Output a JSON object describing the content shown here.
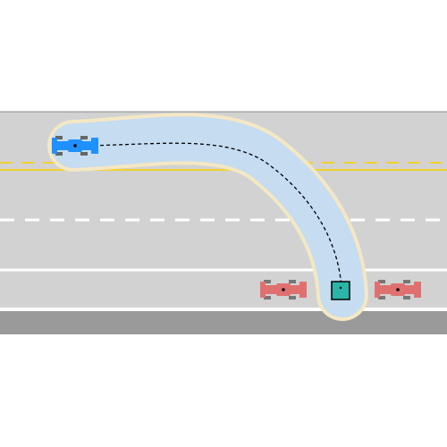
{
  "scene": {
    "type": "driving-lane-change-planner",
    "road": {
      "lanes": 4,
      "markings": [
        "yellow-double-dashed-center-line",
        "white-dashed-lane-line",
        "white-solid-line"
      ]
    },
    "ego_car": {
      "icon": "car-icon",
      "color": "#1e90ff",
      "facing": "right"
    },
    "goal": {
      "icon": "target-square-icon",
      "color": "#2ab5a8"
    },
    "other_cars": [
      {
        "icon": "car-icon",
        "color": "#e07070",
        "facing": "right"
      },
      {
        "icon": "car-icon",
        "color": "#e07070",
        "facing": "right"
      }
    ],
    "colors": {
      "pavement": "#d2d2d2",
      "shoulder": "#9a9a9a",
      "corridor_fill": "#c5dcf1",
      "corridor_edge": "#f4e7c4",
      "trajectory": "#000000"
    }
  }
}
